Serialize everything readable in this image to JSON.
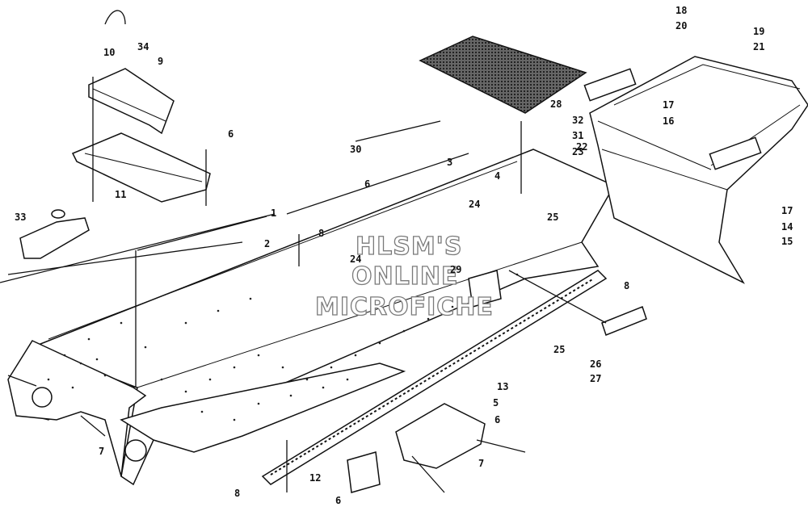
{
  "watermark": {
    "line1": "HLSM'S",
    "line2": "ONLINE",
    "line3": "MICROFICHE"
  },
  "callouts": [
    {
      "id": "c34",
      "text": "34"
    },
    {
      "id": "c10",
      "text": "10"
    },
    {
      "id": "c9",
      "text": "9"
    },
    {
      "id": "c6a",
      "text": "6"
    },
    {
      "id": "c11",
      "text": "11"
    },
    {
      "id": "c33",
      "text": "33"
    },
    {
      "id": "c1",
      "text": "1"
    },
    {
      "id": "c2",
      "text": "2"
    },
    {
      "id": "c3",
      "text": "3"
    },
    {
      "id": "c4",
      "text": "4"
    },
    {
      "id": "c30",
      "text": "30"
    },
    {
      "id": "c6b",
      "text": "6"
    },
    {
      "id": "c8a",
      "text": "8"
    },
    {
      "id": "c24a",
      "text": "24"
    },
    {
      "id": "c24b",
      "text": "24"
    },
    {
      "id": "c25a",
      "text": "25"
    },
    {
      "id": "c28",
      "text": "28"
    },
    {
      "id": "c18",
      "text": "18"
    },
    {
      "id": "c20",
      "text": "20"
    },
    {
      "id": "c19",
      "text": "19"
    },
    {
      "id": "c21",
      "text": "21"
    },
    {
      "id": "c17a",
      "text": "17"
    },
    {
      "id": "c16",
      "text": "16"
    },
    {
      "id": "c32",
      "text": "32"
    },
    {
      "id": "c31",
      "text": "31"
    },
    {
      "id": "c22",
      "text": "22"
    },
    {
      "id": "c23",
      "text": "23"
    },
    {
      "id": "c17b",
      "text": "17"
    },
    {
      "id": "c14",
      "text": "14"
    },
    {
      "id": "c15",
      "text": "15"
    },
    {
      "id": "c29",
      "text": "29"
    },
    {
      "id": "c8b",
      "text": "8"
    },
    {
      "id": "c25b",
      "text": "25"
    },
    {
      "id": "c26",
      "text": "26"
    },
    {
      "id": "c27",
      "text": "27"
    },
    {
      "id": "c13",
      "text": "13"
    },
    {
      "id": "c5",
      "text": "5"
    },
    {
      "id": "c6c",
      "text": "6"
    },
    {
      "id": "c7a",
      "text": "7"
    },
    {
      "id": "c7b",
      "text": "7"
    },
    {
      "id": "c12",
      "text": "12"
    },
    {
      "id": "c6d",
      "text": "6"
    },
    {
      "id": "c8c",
      "text": "8"
    }
  ]
}
